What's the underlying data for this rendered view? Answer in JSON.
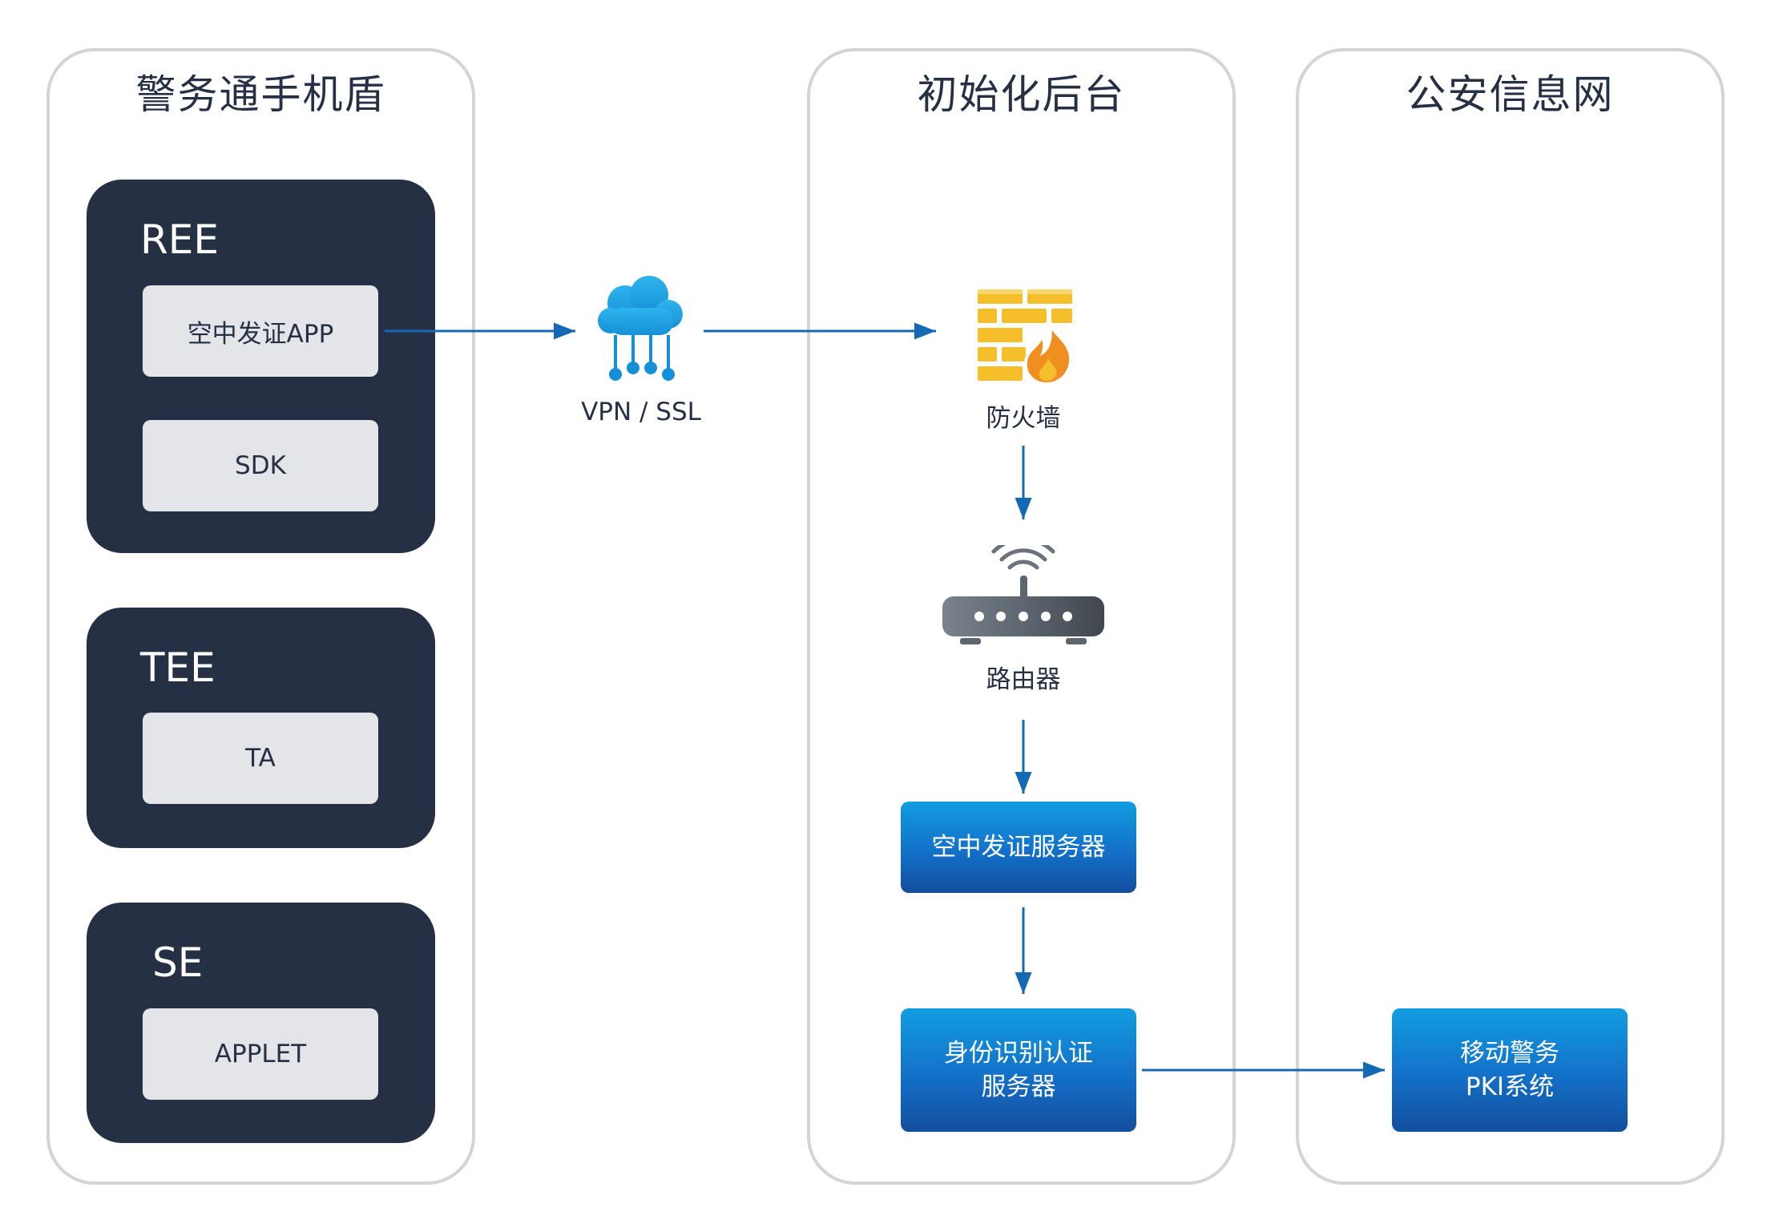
{
  "panels": {
    "phone": {
      "title": "警务通手机盾"
    },
    "init": {
      "title": "初始化后台"
    },
    "pki": {
      "title": "公安信息网"
    }
  },
  "environments": {
    "ree": {
      "label": "REE",
      "items": [
        "空中发证APP",
        "SDK"
      ]
    },
    "tee": {
      "label": "TEE",
      "items": [
        "TA"
      ]
    },
    "se": {
      "label": "SE",
      "items": [
        "APPLET"
      ]
    }
  },
  "nodes": {
    "vpn": {
      "label": "VPN / SSL",
      "icon": "cloud-icon"
    },
    "firewall": {
      "label": "防火墙",
      "icon": "firewall-icon"
    },
    "router": {
      "label": "路由器",
      "icon": "router-icon"
    }
  },
  "servers": {
    "issue": {
      "lines": [
        "空中发证服务器"
      ]
    },
    "auth": {
      "lines": [
        "身份识别认证",
        "服务器"
      ]
    },
    "pki": {
      "lines": [
        "移动警务",
        "PKI系统"
      ]
    }
  },
  "colors": {
    "panel_border": "#d2d4d7",
    "env_box": "#263045",
    "chip": "#e4e5e8",
    "arrow": "#1469b4",
    "server_top": "#129de0",
    "server_bottom": "#134e9e",
    "cloud": "#1aa3e6",
    "firewall_brick": "#f4bf2a",
    "firewall_flame": "#ef8f1f",
    "router": "#5d6670"
  }
}
